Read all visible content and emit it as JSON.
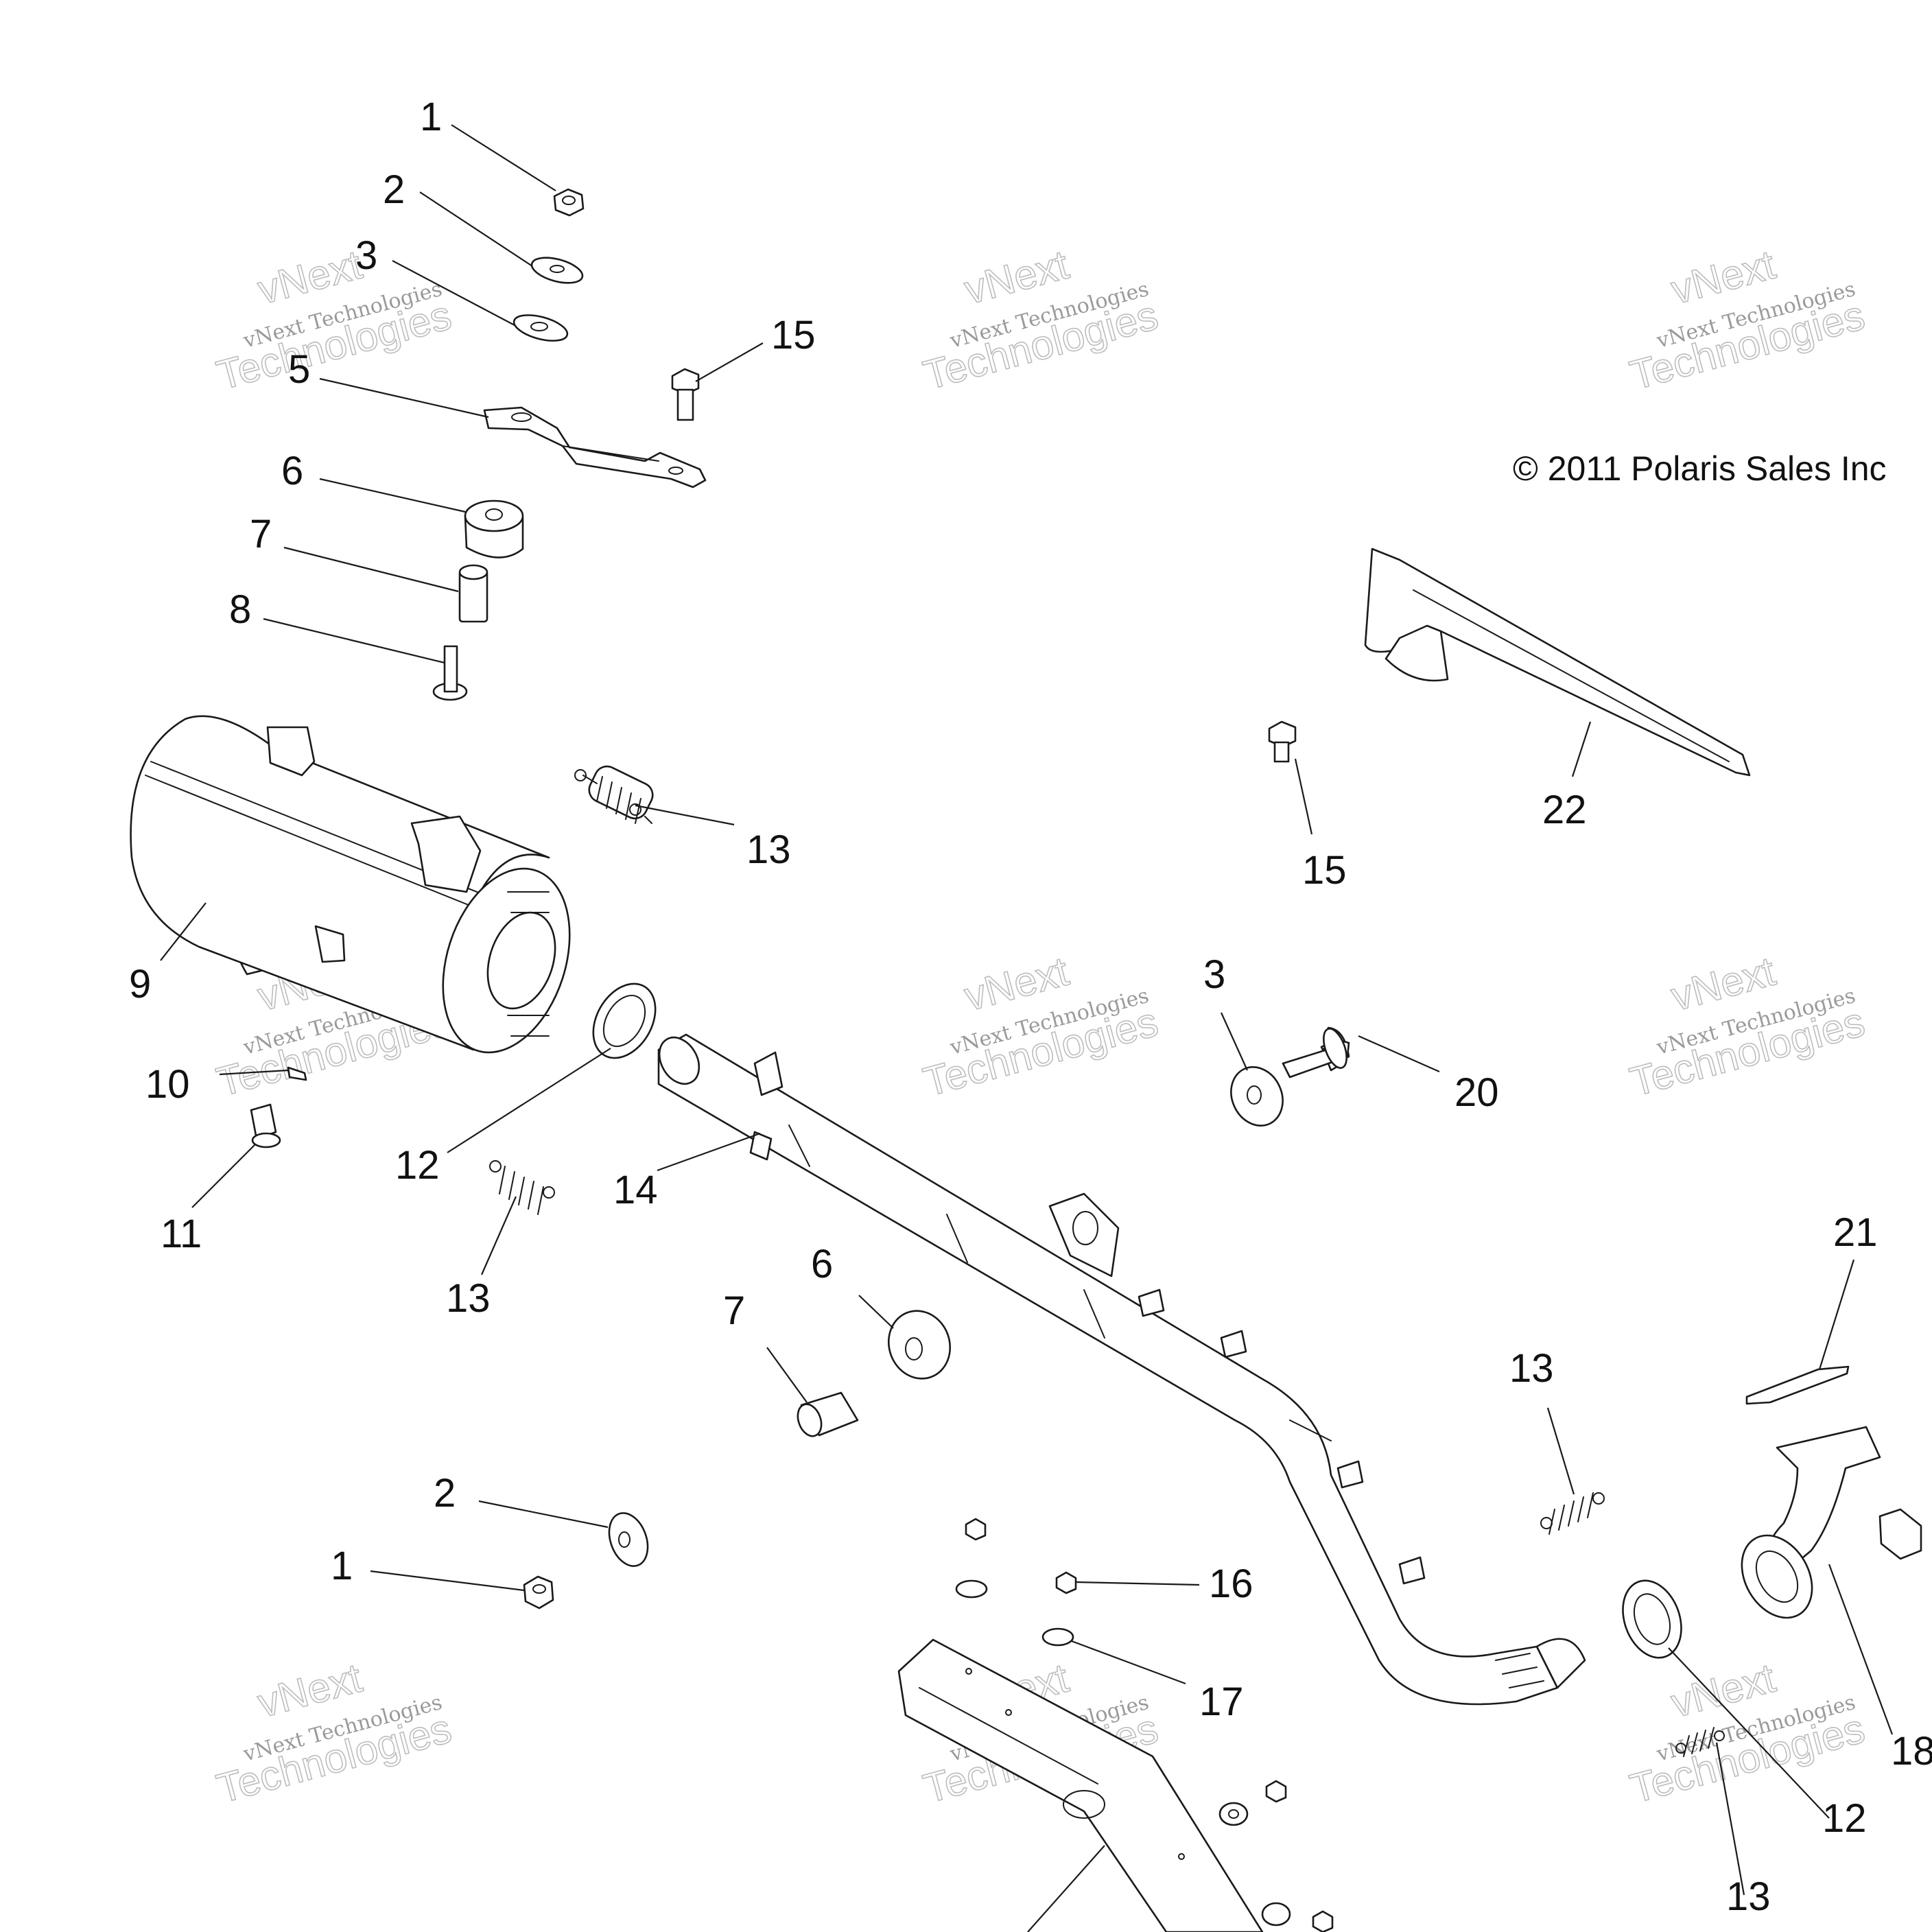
{
  "copyright": "© 2011 Polaris Sales Inc",
  "watermark": {
    "line1": "vNext",
    "line2": "vNext Technologies",
    "line3": "Technologies"
  },
  "callouts": {
    "c1a": "1",
    "c2a": "2",
    "c3a": "3",
    "c5": "5",
    "c15a": "15",
    "c6a": "6",
    "c7a": "7",
    "c8": "8",
    "c13a": "13",
    "c9": "9",
    "c10": "10",
    "c11": "11",
    "c12a": "12",
    "c13b": "13",
    "c14": "14",
    "c6b": "6",
    "c7b": "7",
    "c2b": "2",
    "c1b": "1",
    "c15b": "15",
    "c22": "22",
    "c3b": "3",
    "c20": "20",
    "c21": "21",
    "c13c": "13",
    "c16": "16",
    "c17": "17",
    "c18": "18",
    "c12b": "12",
    "c13d": "13"
  }
}
